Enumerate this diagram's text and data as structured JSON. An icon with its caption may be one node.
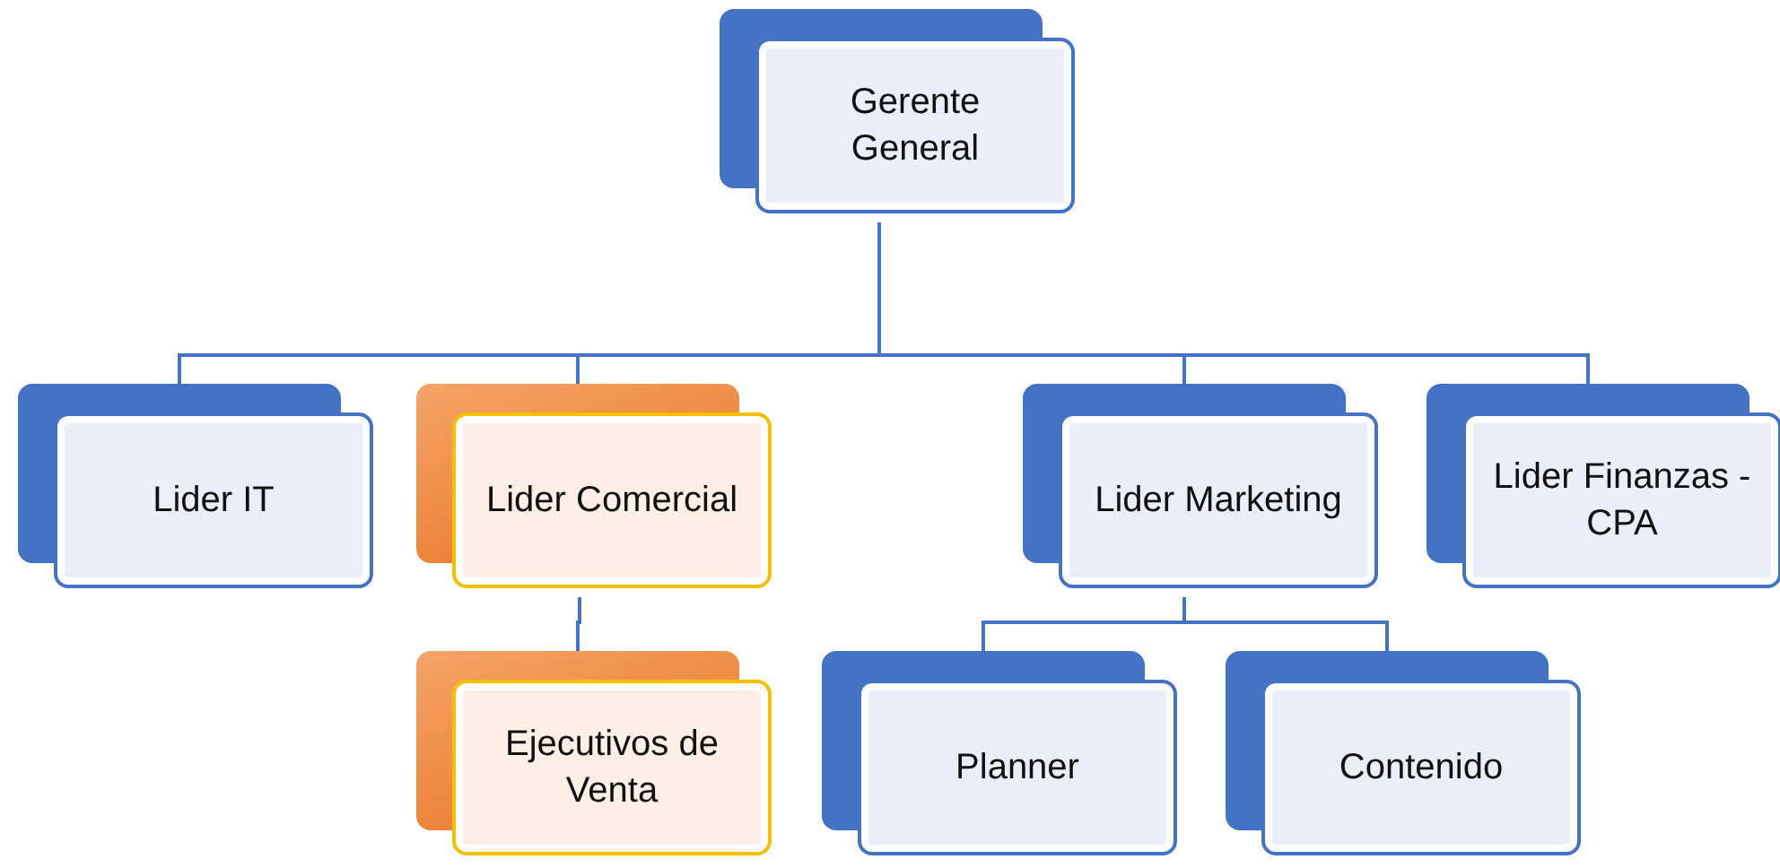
{
  "diagram": {
    "nodes": [
      {
        "text": [
          "Gerente General"
        ]
      },
      {
        "text": [
          "Lider IT"
        ]
      },
      {
        "text": [
          "Lider Comercial"
        ]
      },
      {
        "text": [
          "Lider Marketing"
        ]
      },
      {
        "text": [
          "Lider Finanzas - CPA"
        ]
      },
      {
        "text": [
          "Ejecutivos de Venta"
        ]
      },
      {
        "text": [
          "Planner"
        ]
      },
      {
        "text": [
          "Contenido"
        ]
      }
    ],
    "edges": [
      {
        "from": 0,
        "to": 1,
        "arrow": "none"
      },
      {
        "from": 0,
        "to": 2,
        "arrow": "none"
      },
      {
        "from": 0,
        "to": 3,
        "arrow": "none"
      },
      {
        "from": 0,
        "to": 4,
        "arrow": "none"
      },
      {
        "from": 2,
        "to": 5,
        "arrow": "none"
      },
      {
        "from": 3,
        "to": 6,
        "arrow": "none"
      },
      {
        "from": 3,
        "to": 7,
        "arrow": "none"
      }
    ]
  }
}
